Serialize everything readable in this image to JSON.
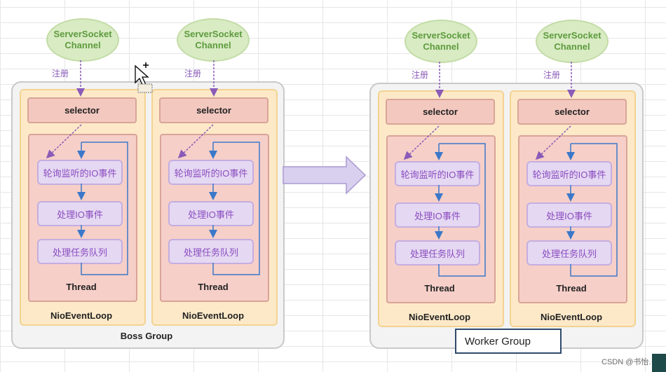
{
  "channel_label": "ServerSocket\nChannel",
  "register_label": "注册",
  "selector_label": "selector",
  "steps": [
    "轮询监听的IO事件",
    "处理IO事件",
    "处理任务队列"
  ],
  "thread_label": "Thread",
  "loop_label": "NioEventLoop",
  "boss_group_label": "Boss Group",
  "worker_group_label": "Worker Group",
  "watermark": "CSDN @书怡.",
  "colors": {
    "channel_fill": "#d8ebc3",
    "loop_fill": "#fde9c8",
    "selector_fill": "#f3c8bf",
    "step_fill": "#e5d8f2",
    "step_text": "#8a4cc0",
    "flow_arrow": "#3b78c9",
    "register_arrow": "#8a5bb8"
  }
}
